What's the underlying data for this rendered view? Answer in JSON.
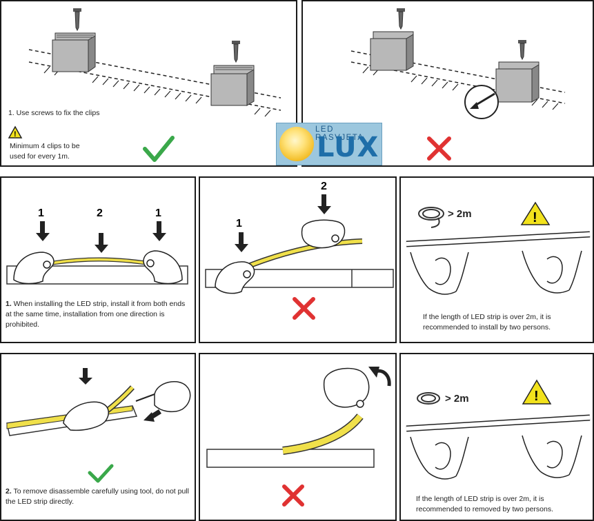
{
  "top_left": {
    "step_text": "1. Use screws to fix the clips",
    "warning_text_line1": "Minimum 4 clips to be",
    "warning_text_line2": "used for every  1m.",
    "result": "correct"
  },
  "top_right": {
    "result": "wrong"
  },
  "logo": {
    "small_text": "LED RASVJETA",
    "big_text": "LUX"
  },
  "row2": {
    "panel1": {
      "labels": [
        "1",
        "2",
        "1"
      ],
      "num": "1.",
      "text": " When installing the LED strip, install it from both ends at the same time, installation from one direction is prohibited."
    },
    "panel2": {
      "labels": [
        "1",
        "2"
      ],
      "result": "wrong"
    },
    "panel3": {
      "length": "> 2m",
      "text": "If the length of LED strip is over 2m, it is recommended to install by two persons."
    }
  },
  "row3": {
    "panel1": {
      "num": "2.",
      "text": " To remove disassemble carefully using tool, do not pull the LED strip directly.",
      "result": "correct"
    },
    "panel2": {
      "result": "wrong"
    },
    "panel3": {
      "length": "> 2m",
      "text": "If the length of LED strip is over 2m, it is recommended to removed by two persons."
    }
  },
  "colors": {
    "check": "#3aa84a",
    "cross": "#e03232",
    "strip": "#f0e04a",
    "warning": "#f2e21c"
  }
}
